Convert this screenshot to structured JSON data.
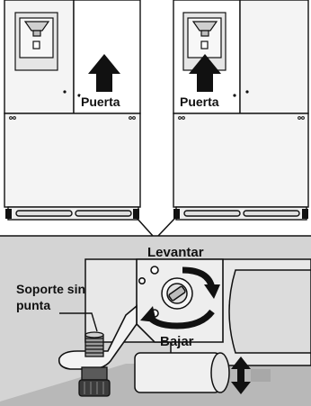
{
  "labels": {
    "door_left": "Puerta",
    "door_right": "Puerta",
    "raise": "Levantar",
    "lower": "Bajar",
    "support_line1": "Soporte sin",
    "support_line2": "punta"
  },
  "colors": {
    "line": "#111111",
    "cabinet": "#f4f4f4",
    "panel": "#e6e6e6",
    "detail_bg": "#d4d4d4",
    "detail_floor": "#b8b8b8"
  }
}
